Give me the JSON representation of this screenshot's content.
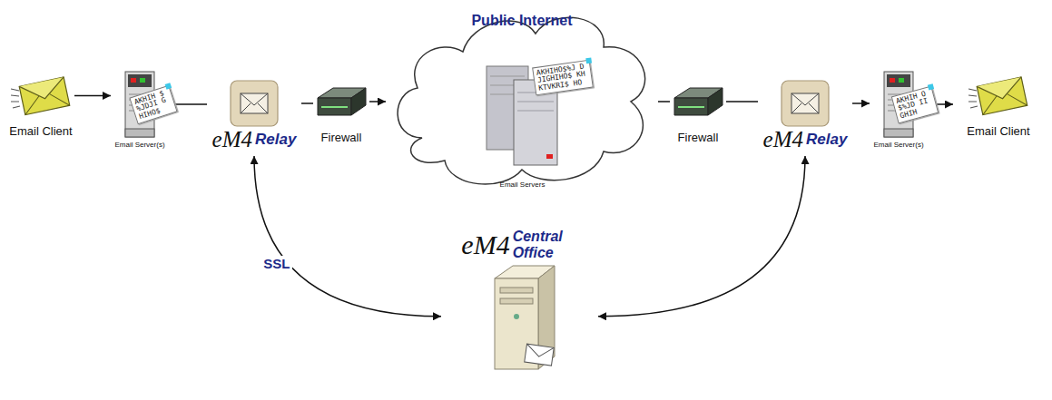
{
  "diagram": {
    "nodes": [
      {
        "text": [
          "Email Client"
        ]
      },
      {
        "text": [
          "Email Server(s)"
        ]
      },
      {
        "text": [
          "eM4",
          "Relay"
        ]
      },
      {
        "text": [
          "Firewall"
        ]
      },
      {
        "text": [
          "Public Internet"
        ]
      },
      {
        "text": [
          "Email Servers"
        ],
        "in": 4
      },
      {
        "text": [
          "Firewall"
        ]
      },
      {
        "text": [
          "eM4",
          "Relay"
        ]
      },
      {
        "text": [
          "Email Server(s)"
        ]
      },
      {
        "text": [
          "Email Client"
        ]
      },
      {
        "text": [
          "eM4",
          "Central Office"
        ]
      }
    ],
    "edges": [
      {
        "from": 0,
        "to": 1,
        "arrow": "to"
      },
      {
        "from": 1,
        "to": 2,
        "arrow": "none"
      },
      {
        "from": 2,
        "to": 3,
        "arrow": "none"
      },
      {
        "from": 3,
        "to": 4,
        "arrow": "to"
      },
      {
        "from": 4,
        "to": 6,
        "arrow": "none"
      },
      {
        "from": 6,
        "to": 7,
        "arrow": "none"
      },
      {
        "from": 7,
        "to": 8,
        "arrow": "to"
      },
      {
        "from": 8,
        "to": 9,
        "arrow": "to"
      },
      {
        "from": 2,
        "to": 10,
        "label": "SSL",
        "arrow": "both"
      },
      {
        "from": 7,
        "to": 10,
        "arrow": "both"
      }
    ],
    "labels": [
      "AKHIH $%JDJI GHIHO$",
      "AKHIHO$%J DJIGHIHO$ KHKTVKRI$ HO",
      "AKHIH O$%JD IIGHIH"
    ]
  }
}
